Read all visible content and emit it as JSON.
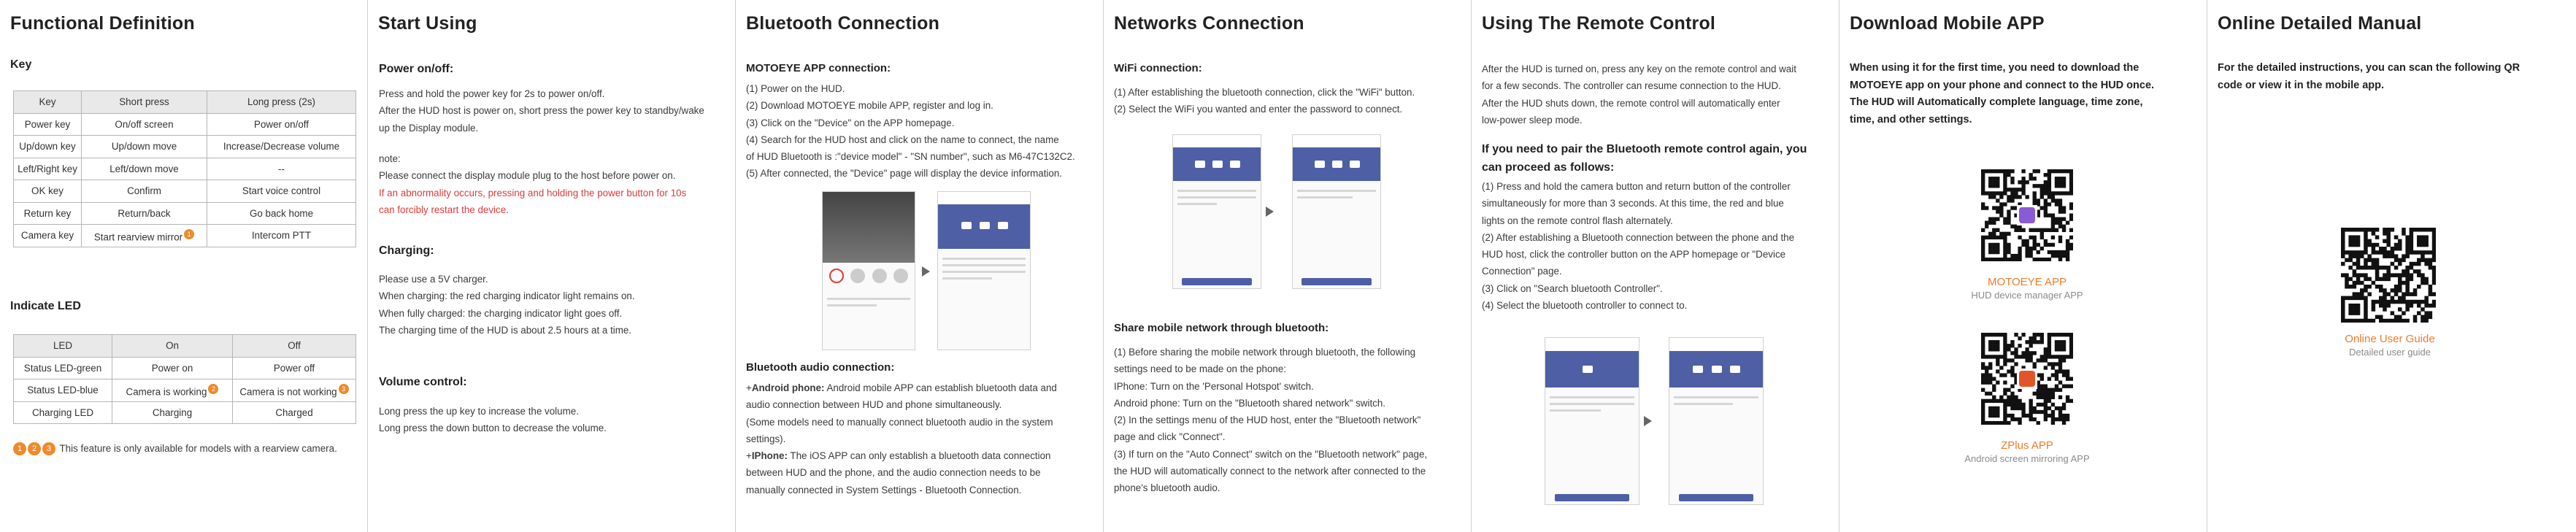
{
  "col1": {
    "title": "Functional Definition",
    "key_heading": "Key",
    "key_table": {
      "headers": [
        "Key",
        "Short press",
        "Long press (2s)"
      ],
      "rows": [
        [
          "Power key",
          "On/off screen",
          "Power on/off"
        ],
        [
          "Up/down key",
          "Up/down move",
          "Increase/Decrease volume"
        ],
        [
          "Left/Right key",
          "Left/down move",
          "--"
        ],
        [
          "OK key",
          "Confirm",
          "Start voice control"
        ],
        [
          "Return key",
          "Return/back",
          "Go back home"
        ],
        [
          "Camera key",
          "Start rearview mirror",
          "Intercom PTT"
        ]
      ],
      "badge_row": 5,
      "badge_text": "1"
    },
    "led_heading": "Indicate LED",
    "led_table": {
      "headers": [
        "LED",
        "On",
        "Off"
      ],
      "rows": [
        [
          "Status LED-green",
          "Power on",
          "Power off"
        ],
        [
          "Status LED-blue",
          "Camera is working",
          "Camera is not working"
        ],
        [
          "Charging LED",
          "Charging",
          "Charged"
        ]
      ],
      "badge_on": "2",
      "badge_off": "3"
    },
    "footnote_badges": [
      "1",
      "2",
      "3"
    ],
    "footnote": "This feature is only available for models with a rearview camera."
  },
  "col2": {
    "title": "Start Using",
    "power_heading": "Power on/off:",
    "power_lines": [
      "Press and hold the power key for 2s to power on/off.",
      "After the HUD host is power on, short press the power key to standby/wake",
      "up the Display module."
    ],
    "note_lines": [
      "note:",
      "Please connect the display module plug to the host before power on."
    ],
    "warning_lines": [
      "If an abnormality occurs, pressing and holding the power button for 10s",
      "can forcibly restart the device."
    ],
    "charging_heading": "Charging:",
    "charging_lines": [
      "Please use a 5V charger.",
      "When charging: the red charging indicator light remains on.",
      "When fully charged: the charging indicator light goes off.",
      "The charging time of the HUD is about 2.5 hours at a time."
    ],
    "volume_heading": "Volume control:",
    "volume_lines": [
      "Long press the up key to increase the volume.",
      "Long press the down button to decrease the volume."
    ]
  },
  "col3": {
    "title": "Bluetooth Connection",
    "app_heading": "MOTOEYE APP connection:",
    "app_lines": [
      "(1) Power on the HUD.",
      "(2) Download MOTOEYE mobile  APP, register and log in.",
      "(3) Click on the \"Device\" on the APP homepage.",
      "(4) Search for the HUD host and click on the name to connect, the name",
      "of HUD Bluetooth is :\"device model\" - \"SN number\", such as M6-47C132C2.",
      "(5) After connected, the \"Device\" page will display the device information."
    ],
    "audio_heading": "Bluetooth audio connection:",
    "android_label": "Android phone:",
    "android_text": " Android mobile APP can establish bluetooth data and",
    "audio_lines": [
      "audio connection between HUD and phone simultaneously.",
      "(Some models need to manually connect bluetooth audio in the system",
      "settings)."
    ],
    "iphone_label": "IPhone:",
    "iphone_text": " The iOS APP can only establish a bluetooth data connection",
    "iphone_lines": [
      "between HUD and the phone, and the audio connection needs to be",
      "manually connected in System Settings - Bluetooth Connection."
    ],
    "bullet": "+"
  },
  "col4": {
    "title": "Networks Connection",
    "wifi_heading": "WiFi connection:",
    "wifi_lines": [
      "(1) After establishing the bluetooth connection, click the \"WiFi\" button.",
      "(2) Select the WiFi you wanted and enter the password to connect."
    ],
    "share_heading": "Share mobile network through bluetooth:",
    "share_lines": [
      "(1) Before sharing the mobile network through bluetooth, the following",
      "settings need to be made on the phone:",
      "IPhone: Turn on the 'Personal Hotspot' switch.",
      "Android phone: Turn on the \"Bluetooth shared network\" switch.",
      "(2) In the settings menu of the HUD host, enter the \"Bluetooth network\"",
      "page and click \"Connect\".",
      "(3) If turn on the \"Auto Connect\" switch on the \"Bluetooth network\" page,",
      "the HUD will automatically connect to the network after connected to the",
      "phone's bluetooth audio."
    ]
  },
  "col5": {
    "title": "Using The Remote Control",
    "intro_lines": [
      "After the HUD is turned on, press any key on the remote control and wait",
      "for a few seconds. The controller can resume connection to the HUD.",
      "After the HUD shuts down, the remote control will automatically enter",
      "low-power sleep mode."
    ],
    "pair_heading_lines": [
      "If you need to pair the Bluetooth remote control again, you",
      "can proceed as follows:"
    ],
    "pair_lines": [
      "(1) Press and hold the camera button and return button of the controller",
      "simultaneously for more than 3 seconds. At this time, the red and blue",
      "lights on the remote control flash alternately.",
      "(2) After establishing a Bluetooth connection between the phone and the",
      "HUD host, click the controller button on the APP homepage or \"Device",
      "Connection\" page.",
      "(3) Click on \"Search bluetooth Controller\".",
      "(4) Select the bluetooth controller to connect to."
    ]
  },
  "col6": {
    "title": "Download Mobile APP",
    "intro_lines": [
      "When using it for the first time, you need to download the",
      "MOTOEYE app on your phone and connect to the HUD once.",
      "The HUD will Automatically complete language, time zone,",
      "time, and other settings."
    ],
    "app1_name": "MOTOEYE APP",
    "app1_desc": "HUD device manager APP",
    "app2_name": "ZPlus APP",
    "app2_desc": "Android screen mirroring APP"
  },
  "col7": {
    "title": "Online Detailed Manual",
    "intro_lines": [
      "For the detailed instructions, you can scan the following QR",
      "code or view it in the mobile app."
    ],
    "guide_name": "Online User Guide",
    "guide_desc": "Detailed user guide"
  },
  "colors": {
    "accent_orange": "#ef7c2a",
    "warning_red": "#e23a3a",
    "phone_band": "#4e5fa6"
  }
}
